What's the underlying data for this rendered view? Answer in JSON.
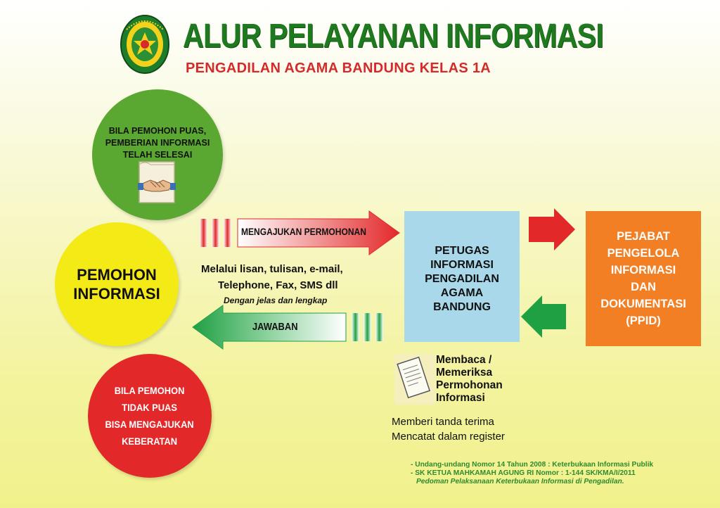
{
  "header": {
    "title": "ALUR PELAYANAN INFORMASI",
    "subtitle": "PENGADILAN AGAMA BANDUNG KELAS 1A",
    "logo_text": "PENGADILAN AGAMA BANDUNG"
  },
  "circles": {
    "satisfied": [
      "BILA PEMOHON PUAS,",
      "PEMBERIAN INFORMASI",
      "TELAH SELESAI"
    ],
    "applicant": [
      "PEMOHON",
      "INFORMASI"
    ],
    "unsatisfied": [
      "BILA PEMOHON",
      "TIDAK PUAS",
      "BISA MENGAJUKAN",
      "KEBERATAN"
    ]
  },
  "arrows": {
    "request_label": "MENGAJUKAN PERMOHONAN",
    "answer_label": "JAWABAN",
    "methods_line1": "Melalui lisan, tulisan, e-mail,",
    "methods_line2": "Telephone, Fax, SMS dll",
    "methods_line3": "Dengan jelas dan lengkap"
  },
  "boxes": {
    "officer": [
      "PETUGAS",
      "INFORMASI",
      "PENGADILAN",
      "AGAMA",
      "BANDUNG"
    ],
    "ppid": [
      "PEJABAT",
      "PENGELOLA",
      "INFORMASI",
      "DAN",
      "DOKUMENTASI",
      "(PPID)"
    ]
  },
  "process": {
    "read_lines": [
      "Membaca /",
      "Memeriksa",
      "Permohonan",
      "Informasi"
    ],
    "receipt": "Memberi tanda terima",
    "register": "Mencatat dalam register"
  },
  "references": {
    "line1": "- Undang-undang Nomor 14 Tahun 2008 : Keterbukaan Informasi Publik",
    "line2": "- SK KETUA MAHKAMAH AGUNG RI Nomor :  1-144 SK/KMA/I/2011",
    "line3": "Pedoman Pelaksanaan Keterbukaan Informasi di Pengadilan."
  },
  "colors": {
    "title_green": "#1f7a1f",
    "subtitle_red": "#d62a2a",
    "circle_green": "#5aa832",
    "circle_yellow": "#f3ea16",
    "circle_red": "#e3282a",
    "box_blue": "#a8d8ea",
    "box_orange": "#f37f24",
    "arrow_red": "#e3282a",
    "arrow_green": "#1fa043"
  },
  "icons": {
    "logo": "court-emblem-icon",
    "handshake": "handshake-scroll-icon",
    "document": "document-icon"
  }
}
